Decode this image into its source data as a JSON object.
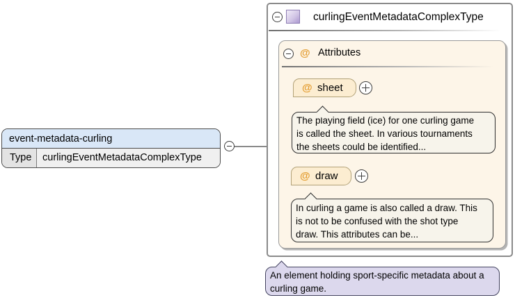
{
  "colors": {
    "accent-orange": "#e39b2d",
    "element-header-bg": "#d9e7f7",
    "panel-bg": "#fdf5e8",
    "chip-bg": "#fcedd1",
    "chip-border": "#b1a177",
    "doc-bubble-bg": "#f7f4eb",
    "annotation-bg": "#dcd8ed",
    "box-border": "#8a8a8a"
  },
  "element_box": {
    "name": "event-metadata-curling",
    "type_label": "Type",
    "type_value": "curlingEventMetadataComplexType"
  },
  "complex_type_box": {
    "title": "curlingEventMetadataComplexType",
    "attributes_panel": {
      "at_symbol": "@",
      "title": "Attributes",
      "attributes": [
        {
          "name": "sheet",
          "doc_lines": [
            "The playing field (ice) for one curling game",
            "is called the sheet. In various tournaments",
            "the sheets could be identified..."
          ]
        },
        {
          "name": "draw",
          "doc_lines": [
            "In curling a game is also called a draw. This",
            "is not to be confused with the shot type",
            "draw. This attributes can be..."
          ]
        }
      ]
    }
  },
  "annotation": {
    "lines": [
      "An element holding sport-specific metadata about a",
      "curling game."
    ]
  }
}
